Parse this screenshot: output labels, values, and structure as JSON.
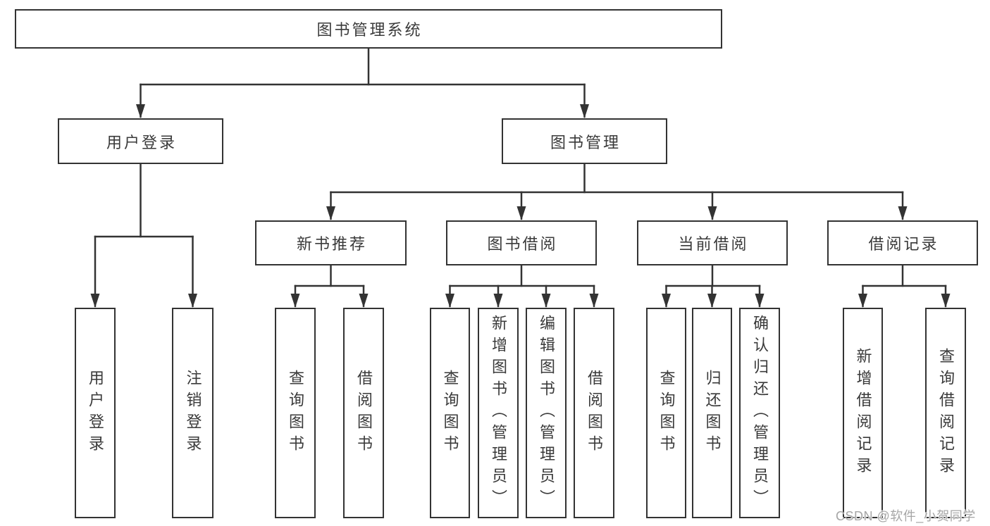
{
  "tree": {
    "label": "图书管理系统",
    "children": [
      {
        "label": "用户登录",
        "children": [
          {
            "label": "用户登录"
          },
          {
            "label": "注销登录"
          }
        ]
      },
      {
        "label": "图书管理",
        "children": [
          {
            "label": "新书推荐",
            "children": [
              {
                "label": "查询图书"
              },
              {
                "label": "借阅图书"
              }
            ]
          },
          {
            "label": "图书借阅",
            "children": [
              {
                "label": "查询图书"
              },
              {
                "label": "新增图书（管理员）"
              },
              {
                "label": "编辑图书（管理员）"
              },
              {
                "label": "借阅图书"
              }
            ]
          },
          {
            "label": "当前借阅",
            "children": [
              {
                "label": "查询图书"
              },
              {
                "label": "归还图书"
              },
              {
                "label": "确认归还（管理员）"
              }
            ]
          },
          {
            "label": "借阅记录",
            "children": [
              {
                "label": "新增借阅记录"
              },
              {
                "label": "查询借阅记录"
              }
            ]
          }
        ]
      }
    ]
  },
  "watermark": {
    "text": "CSDN @软件_小贺同学"
  },
  "colors": {
    "line": "#333333",
    "box_border": "#333333",
    "box_background": "#ffffff",
    "text": "#3a3a3a",
    "watermark": "#a6a6a6"
  }
}
